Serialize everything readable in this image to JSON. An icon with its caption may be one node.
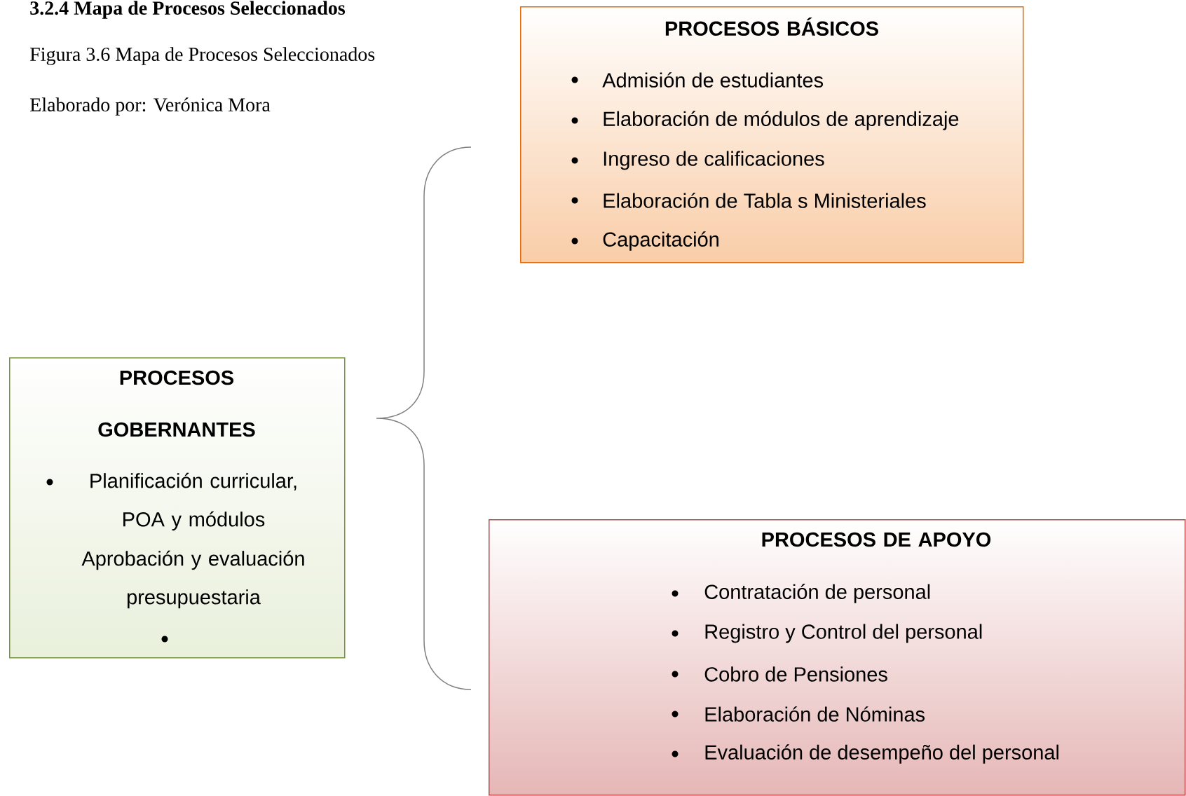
{
  "diagram": {
    "title": "3.2.4 Mapa de Procesos Seleccionados",
    "caption": "Figura 3.6 Mapa de Procesos Seleccionados",
    "nodes": [
      {
        "text": [
          "PROCESOS GOBERNANTES",
          "Planificación curricular, POA y módulos",
          "Aprobación y evaluación presupuestaria"
        ]
      },
      {
        "text": [
          "PROCESOS BÁSICOS",
          "Admisión de estudiantes",
          "Elaboración de módulos de aprendizaje",
          "Ingreso de calificaciones",
          "Elaboración de Tabla s Ministeriales",
          "Capacitación"
        ]
      },
      {
        "text": [
          "PROCESOS DE APOYO",
          "Contratación de personal",
          "Registro y Control del personal",
          "Cobro de Pensiones",
          "Elaboración de Nóminas",
          "Evaluación de desempeño del personal"
        ]
      }
    ],
    "labels": [
      "Elaborado por: Verónica Mora"
    ]
  }
}
